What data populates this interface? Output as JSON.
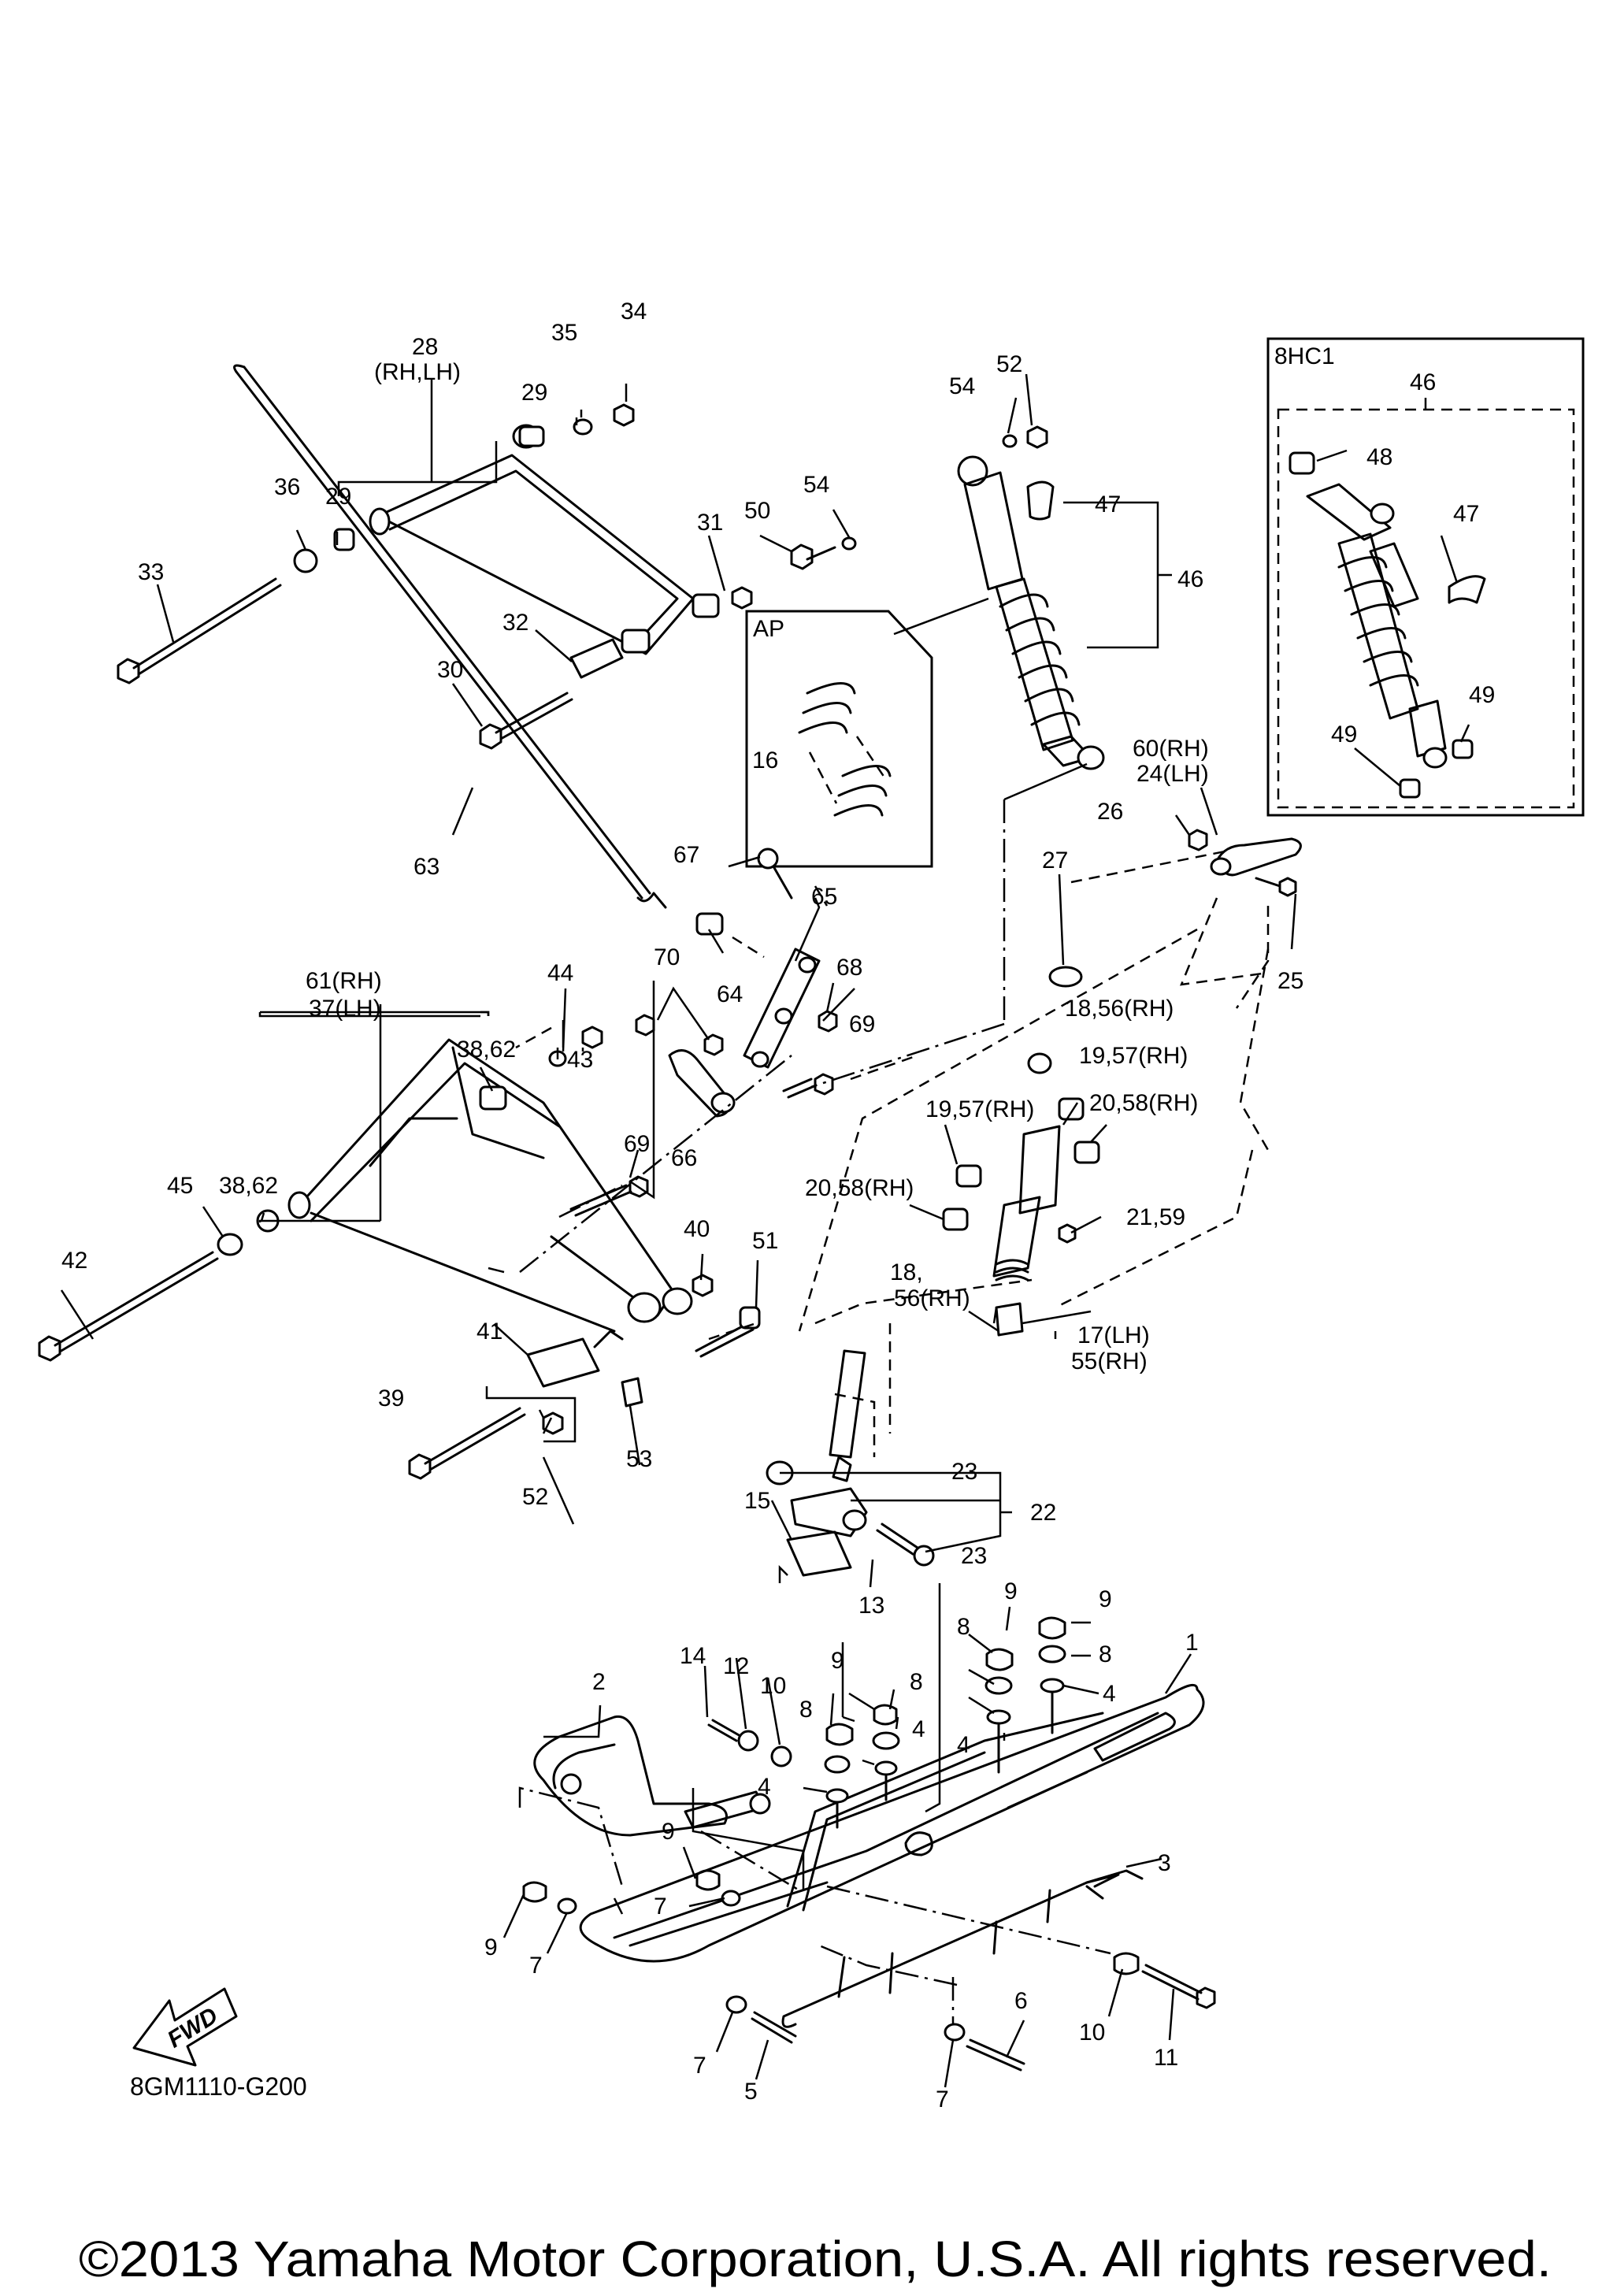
{
  "labels": {
    "l28": "28",
    "l28sub": "(RH,LH)",
    "l35": "35",
    "l34": "34",
    "l29a": "29",
    "l29b": "29",
    "l36": "36",
    "l33": "33",
    "l31": "31",
    "l50": "50",
    "l54a": "54",
    "l54b": "54",
    "l52a": "52",
    "l32": "32",
    "l30": "30",
    "l47a": "47",
    "l46a": "46",
    "lAP": "AP",
    "l16": "16",
    "l8HC1": "8HC1",
    "l46b": "46",
    "l48": "48",
    "l47b": "47",
    "l49a": "49",
    "l49b": "49",
    "l60": "60(RH)",
    "l24": "24(LH)",
    "l26": "26",
    "l25": "25",
    "l63": "63",
    "l67": "67",
    "l65": "65",
    "l64": "64",
    "l27": "27",
    "l68": "68",
    "l69a": "69",
    "l70": "70",
    "l61": "61(RH)",
    "l37": "37(LH)",
    "l44": "44",
    "l3862a": "38,62",
    "l43": "43",
    "l66": "66",
    "l1856a": "18,56(RH)",
    "l1957a": "19,57(RH)",
    "l1957b": "19,57(RH)",
    "l2058a": "20,58(RH)",
    "l2058b": "20,58(RH)",
    "l45": "45",
    "l3862b": "38,62",
    "l69b": "69",
    "l42": "42",
    "l40": "40",
    "l51": "51",
    "l2159": "21,59",
    "l18b": "18,",
    "l56b": "56(RH)",
    "l41": "41",
    "l17": "17(LH)",
    "l55": "55(RH)",
    "l39": "39",
    "l53": "53",
    "l52b": "52",
    "l23a": "23",
    "l22": "22",
    "l15": "15",
    "l23b": "23",
    "l13": "13",
    "l9a": "9",
    "l9b": "9",
    "l8a": "8",
    "l8b": "8",
    "l14": "14",
    "l12": "12",
    "l10a": "10",
    "l9c": "9",
    "l8c": "8",
    "l8d": "8",
    "l4a": "4",
    "l4b": "4",
    "l4c": "4",
    "l4d": "4",
    "l2": "2",
    "l1": "1",
    "l9d": "9",
    "l7a": "7",
    "l9e": "9",
    "l7b": "7",
    "l3": "3",
    "l6": "6",
    "l10b": "10",
    "l7c": "7",
    "l5": "5",
    "l7d": "7",
    "l11": "11"
  },
  "fwd_badge": "FWD",
  "diagram_code": "8GM1110-G200",
  "copyright": "©2013 Yamaha Motor Corporation, U.S.A. All rights reserved."
}
